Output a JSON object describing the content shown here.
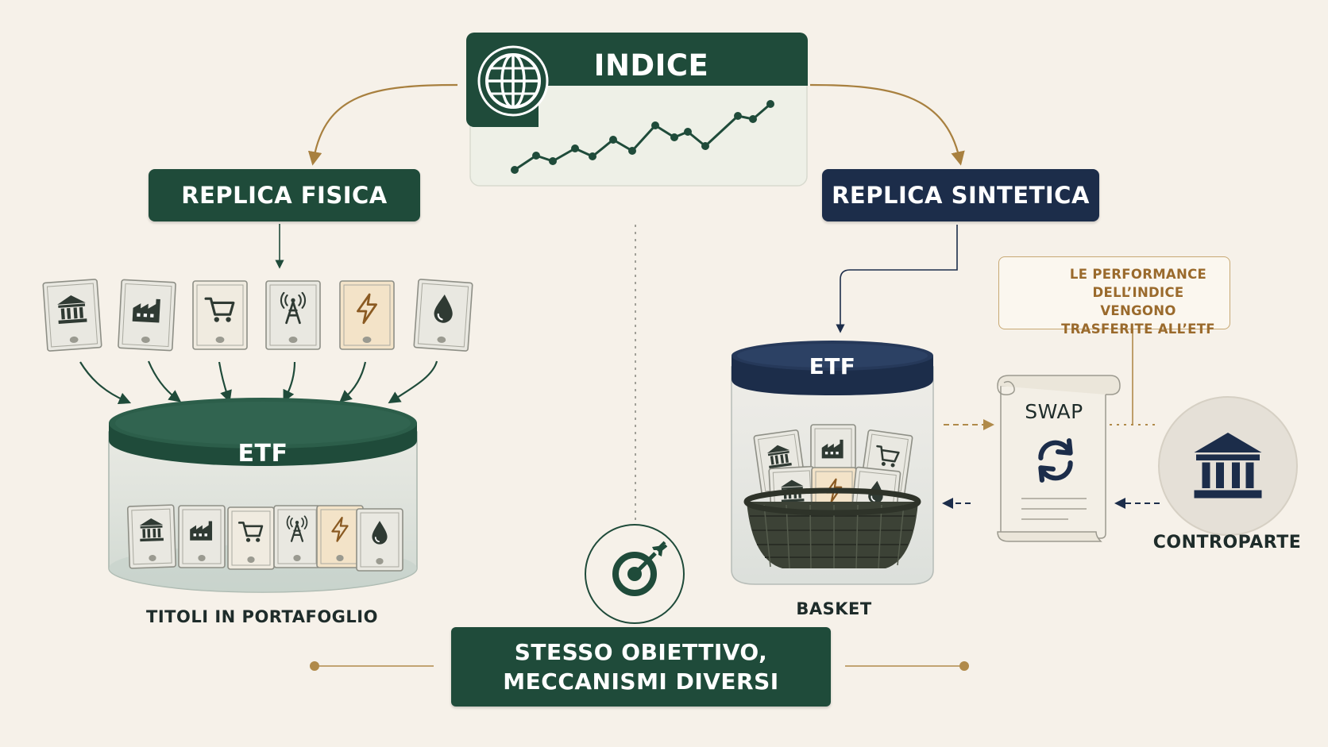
{
  "index": {
    "title": "INDICE",
    "icon": "globe-icon",
    "trend_icon": "line-trend-icon"
  },
  "physical": {
    "title": "REPLICA FISICA",
    "container_label": "ETF",
    "caption": "TITOLI IN PORTAFOGLIO",
    "securities": [
      {
        "icon": "bank-icon",
        "tint": "#e9e8e1"
      },
      {
        "icon": "factory-icon",
        "tint": "#e9e8e1"
      },
      {
        "icon": "cart-icon",
        "tint": "#f0ebe0"
      },
      {
        "icon": "antenna-icon",
        "tint": "#e9e8e1"
      },
      {
        "icon": "lightning-icon",
        "tint": "#f3e3c8"
      },
      {
        "icon": "water-drop-icon",
        "tint": "#e9e8e1"
      }
    ]
  },
  "synthetic": {
    "title": "REPLICA SINTETICA",
    "container_label": "ETF",
    "basket_caption": "BASKET",
    "swap_label": "SWAP",
    "counterparty_caption": "CONTROPARTE",
    "note_lines": [
      "LE PERFORMANCE",
      "DELL’INDICE VENGONO",
      "TRASFERITE ALL’ETF"
    ],
    "note_icon": "bar-chart-up-icon",
    "swap_icon": "refresh-cycle-icon",
    "counterparty_icon": "bank-icon"
  },
  "footer": {
    "lines": [
      "STESSO OBIETTIVO,",
      "MECCANISMI DIVERSI"
    ],
    "icon": "target-icon"
  },
  "colors": {
    "background": "#f6f1e9",
    "green": "#1f4b3a",
    "navy": "#1c2d4a",
    "gold": "#b08a4a"
  }
}
